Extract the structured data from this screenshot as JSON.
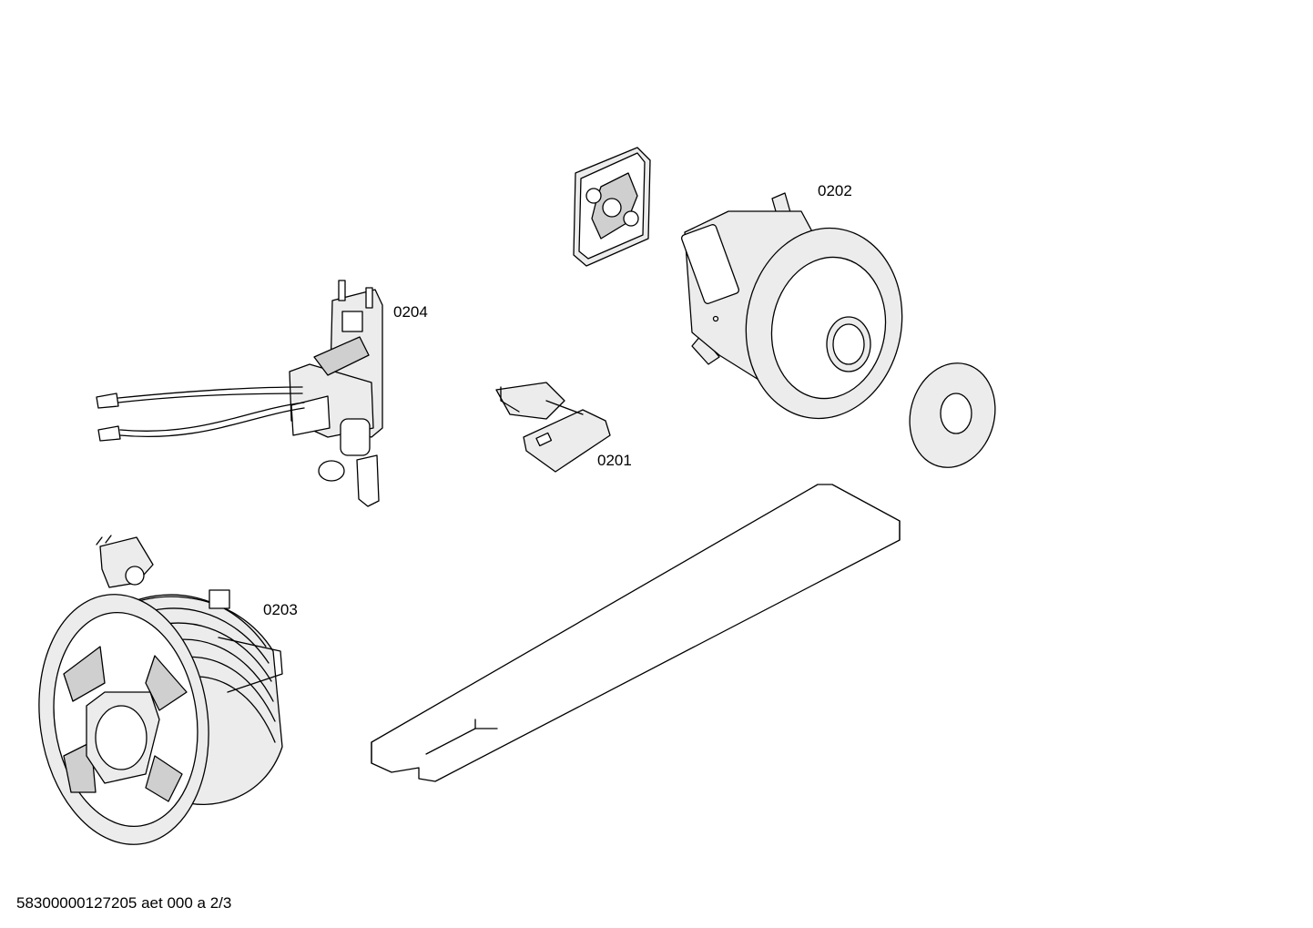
{
  "labels": {
    "part_0201": "0201",
    "part_0202": "0202",
    "part_0203": "0203",
    "part_0204": "0204"
  },
  "footer": "58300000127205 aet 000 a 2/3"
}
